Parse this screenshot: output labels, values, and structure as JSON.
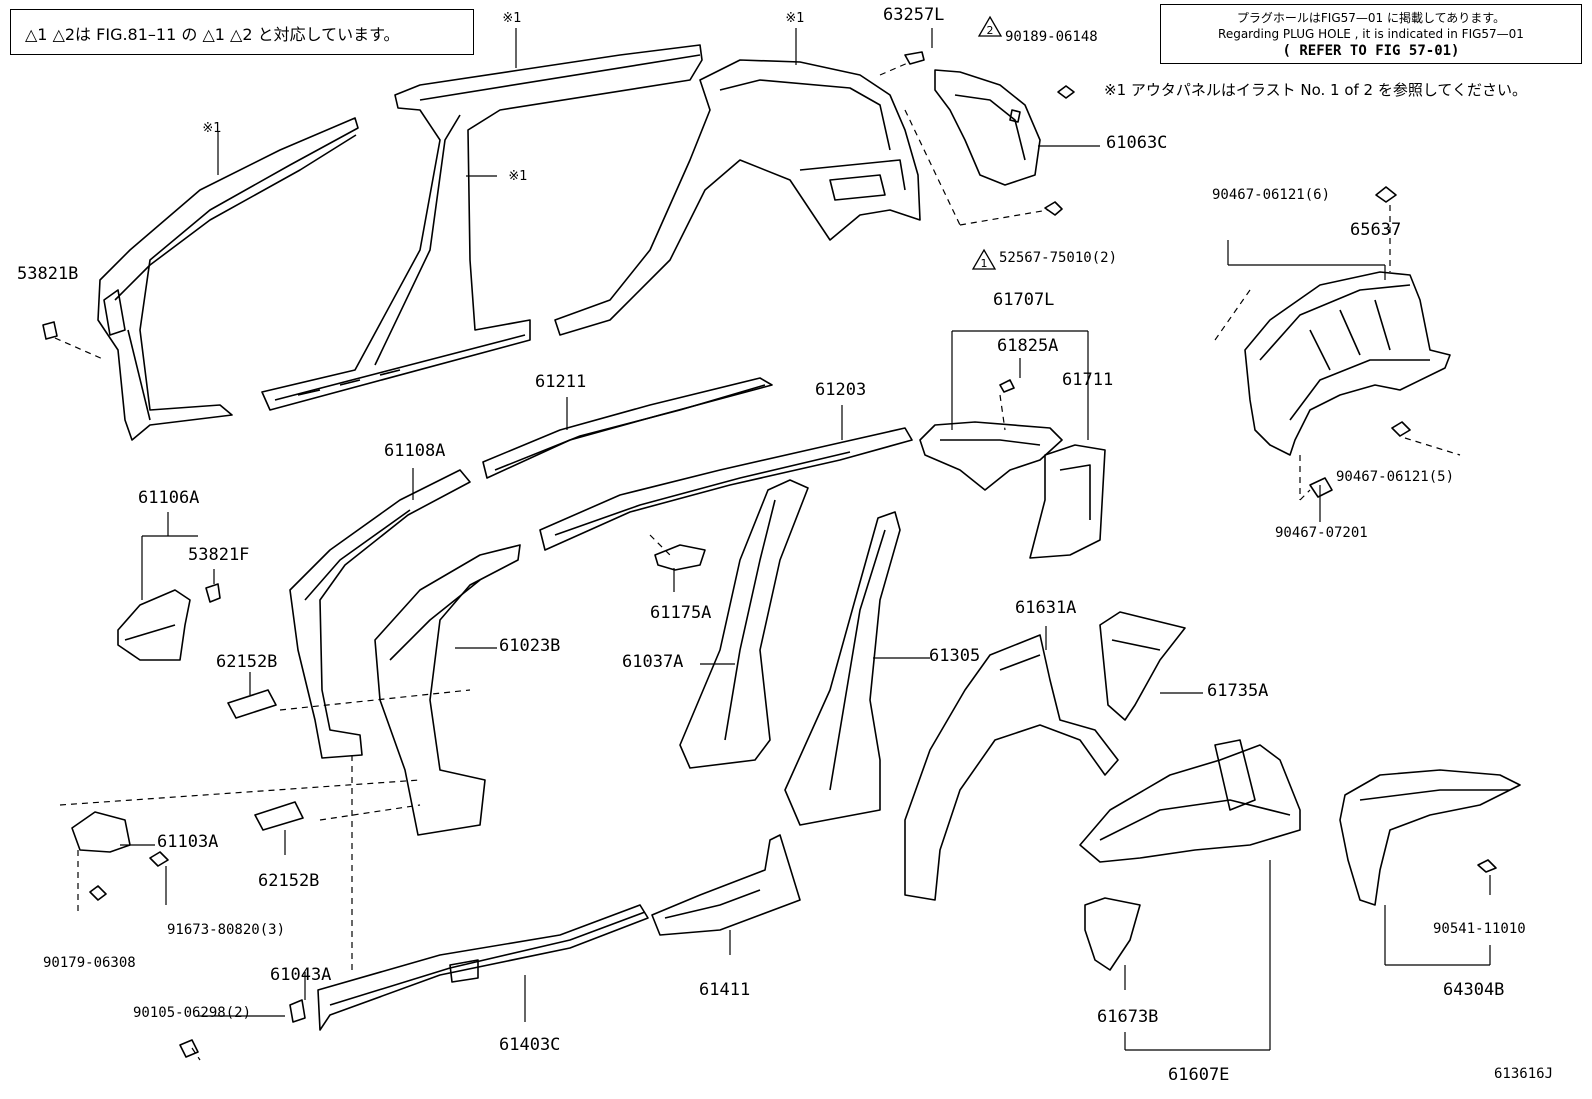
{
  "notes": {
    "left": "△1 △2は FIG.81–11 の △1 △2 と対応しています。",
    "right_line1": "プラグホールはFIG57—01 に掲載してあります。",
    "right_line2": "Regarding PLUG HOLE , it is indicated in FIG57—01",
    "right_line3": "( REFER TO FIG 57-01)",
    "ref1": "※1 アウタパネルはイラスト No. 1 of 2 を参照してください。"
  },
  "marks": {
    "ref": "※1",
    "tri1": "1",
    "tri2": "2"
  },
  "labels": {
    "p63257L": "63257L",
    "p90189": "90189-06148",
    "p61063C": "61063C",
    "p52567": "52567-75010(2)",
    "p53821B": "53821B",
    "p90467a": "90467-06121(6)",
    "p65637": "65637",
    "p61707L": "61707L",
    "p61825A": "61825A",
    "p61711": "61711",
    "p61211": "61211",
    "p61203": "61203",
    "p61108A": "61108A",
    "p61106A": "61106A",
    "p53821F": "53821F",
    "p90467b": "90467-06121(5)",
    "p90467c": "90467-07201",
    "p61175A": "61175A",
    "p62152B_1": "62152B",
    "p61023B": "61023B",
    "p61037A": "61037A",
    "p61305": "61305",
    "p61631A": "61631A",
    "p61735A": "61735A",
    "p61103A": "61103A",
    "p62152B_2": "62152B",
    "p91673": "91673-80820(3)",
    "p90179": "90179-06308",
    "p61043A": "61043A",
    "p90105": "90105-06298(2)",
    "p61403C": "61403C",
    "p61411": "61411",
    "p61673B": "61673B",
    "p61607E": "61607E",
    "p90541": "90541-11010",
    "p64304B": "64304B"
  },
  "figure_id": "613616J"
}
